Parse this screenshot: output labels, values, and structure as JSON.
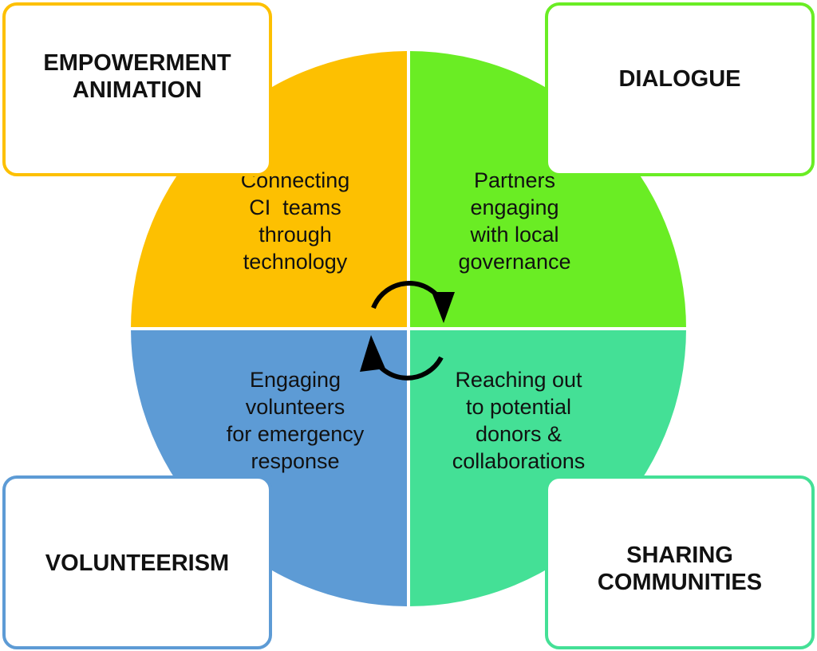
{
  "colors": {
    "empowerment": "#FDC001",
    "dialogue": "#6AED24",
    "volunteerism": "#5D9BD5",
    "sharing": "#44E096",
    "text": "#111111",
    "arrow": "#000000"
  },
  "corners": {
    "top_left": {
      "lines": [
        "EMPOWERMENT",
        "ANIMATION"
      ]
    },
    "top_right": {
      "lines": [
        "DIALOGUE"
      ]
    },
    "bottom_left": {
      "lines": [
        "VOLUNTEERISM"
      ]
    },
    "bottom_right": {
      "lines": [
        "SHARING",
        "COMMUNITIES"
      ]
    }
  },
  "quadrants": {
    "top_left": {
      "lines": [
        "Connecting",
        "CI  teams",
        "through",
        "technology"
      ]
    },
    "top_right": {
      "lines": [
        "Partners",
        "engaging",
        "with local",
        "governance"
      ]
    },
    "bottom_left": {
      "lines": [
        "Engaging",
        "volunteers",
        "for emergency",
        "response"
      ]
    },
    "bottom_right": {
      "lines": [
        "Reaching out",
        "to potential",
        "donors &",
        "collaborations"
      ]
    }
  },
  "center_cycle": {
    "icon": "circular-arrows-icon",
    "direction": "clockwise"
  }
}
